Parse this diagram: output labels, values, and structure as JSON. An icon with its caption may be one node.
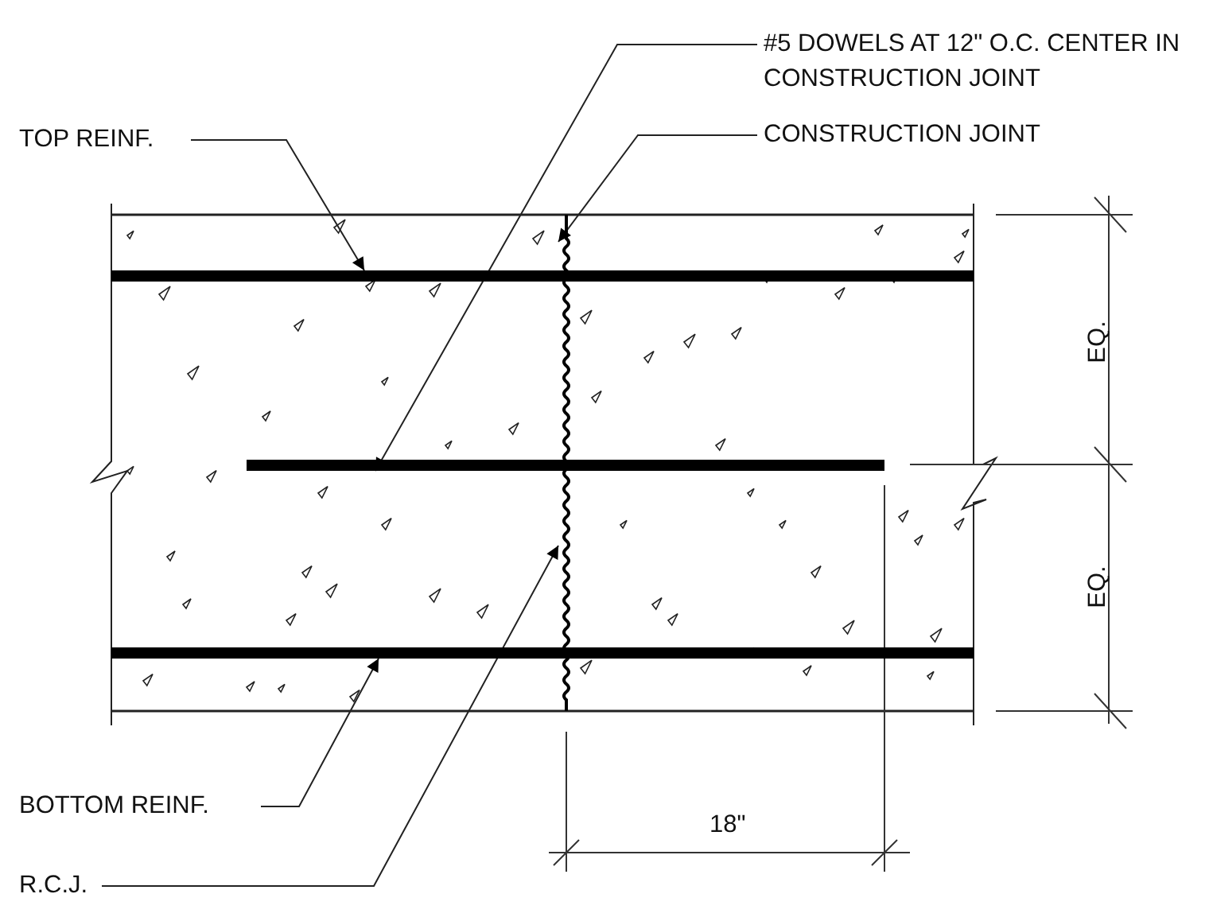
{
  "diagram": {
    "nodes": [
      {
        "text": [
          "#5 DOWELS AT 12\" O.C. CENTER IN CONSTRUCTION JOINT"
        ]
      },
      {
        "text": [
          "CONSTRUCTION JOINT"
        ]
      },
      {
        "text": [
          "TOP REINF."
        ]
      },
      {
        "text": [
          "BOTTOM REINF."
        ]
      },
      {
        "text": [
          "R.C.J."
        ]
      },
      {
        "text": [],
        "shape": "bar"
      },
      {
        "text": [],
        "shape": "bar"
      },
      {
        "text": [],
        "shape": "line"
      },
      {
        "text": [],
        "shape": "bar"
      }
    ],
    "edges": [
      {
        "from": 0,
        "to": 6,
        "arrow": "to"
      },
      {
        "from": 1,
        "to": 7,
        "arrow": "to"
      },
      {
        "from": 2,
        "to": 5,
        "arrow": "to"
      },
      {
        "from": 3,
        "to": 8,
        "arrow": "to"
      },
      {
        "from": 4,
        "to": 7,
        "arrow": "to"
      }
    ],
    "labels": [
      "EQ.",
      "EQ.",
      "18\""
    ]
  }
}
